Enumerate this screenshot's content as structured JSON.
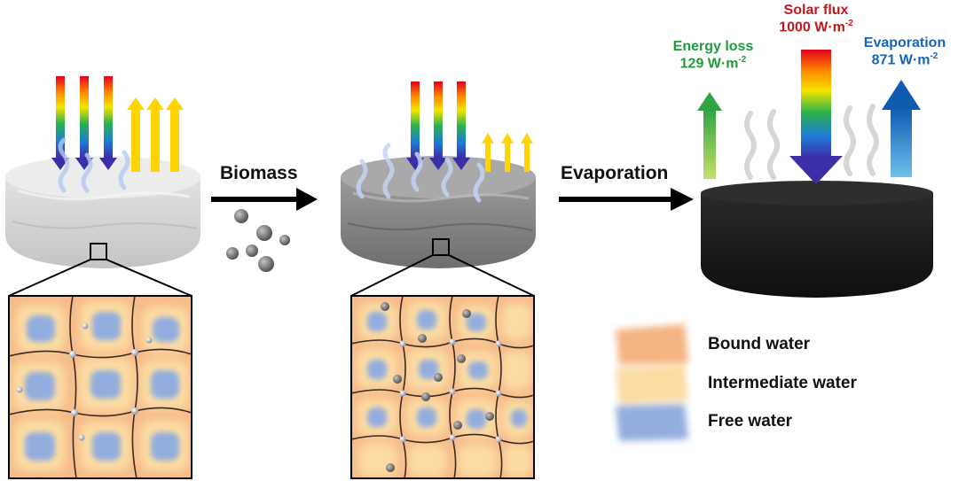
{
  "process": {
    "step1_label": "Biomass",
    "step2_label": "Evaporation"
  },
  "energy": {
    "solar_flux": {
      "title": "Solar flux",
      "value": "1000 W·m",
      "exp": "-2",
      "color": "#c0181c"
    },
    "energy_loss": {
      "title": "Energy loss",
      "value": "129 W·m",
      "exp": "-2",
      "color": "#1f9a3c"
    },
    "evaporation": {
      "title": "Evaporation",
      "value": "871 W·m",
      "exp": "-2",
      "color": "#1565b8"
    }
  },
  "legend": {
    "items": [
      {
        "label": "Bound water",
        "color": "#f4b483"
      },
      {
        "label": "Intermediate water",
        "color": "#fbdca3"
      },
      {
        "label": "Free water",
        "color": "#93aede"
      }
    ]
  },
  "colors": {
    "hydrogel_light": "#d2d2d2",
    "hydrogel_dark": "#8a8a8a",
    "evaporator": "#1a1a1a",
    "arrow": "#000000",
    "reflect_arrow": "#ffd400"
  }
}
